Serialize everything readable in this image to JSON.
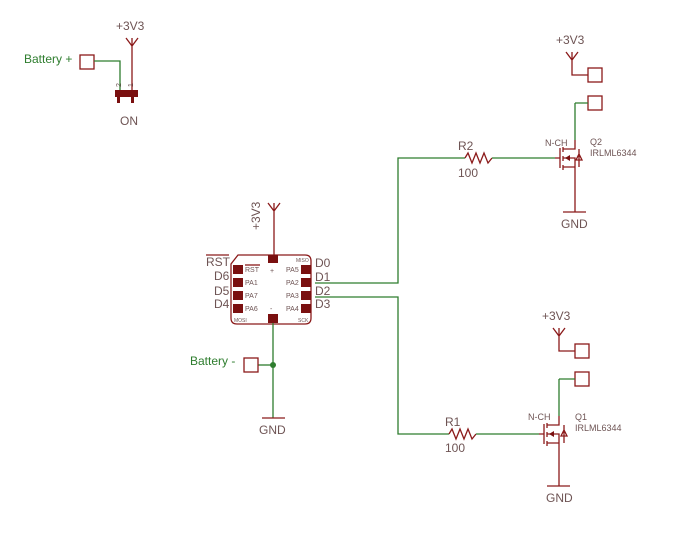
{
  "supply_label": "+3V3",
  "ground_label": "GND",
  "battery_plus": "Battery +",
  "battery_minus": "Battery -",
  "switch": {
    "state": "ON",
    "pin2": "2",
    "pin1": "1"
  },
  "r1": {
    "name": "R1",
    "value": "100"
  },
  "r2": {
    "name": "R2",
    "value": "100"
  },
  "q1": {
    "name": "Q1",
    "part": "IRLML6344",
    "type": "N-CH"
  },
  "q2": {
    "name": "Q2",
    "part": "IRLML6344",
    "type": "N-CH"
  },
  "mcu": {
    "pins_left": [
      "RST",
      "PA1",
      "PA7",
      "PA6"
    ],
    "pins_right": [
      "PA5",
      "PA2",
      "PA3",
      "PA4"
    ],
    "net_left": [
      "RST",
      "D6",
      "D5",
      "D4"
    ],
    "net_right": [
      "D0",
      "D1",
      "D2",
      "D3"
    ],
    "top_right": "MISO",
    "bottom_left": "MOSI",
    "bottom_right": "SCK",
    "plus": "+",
    "minus": "-"
  }
}
